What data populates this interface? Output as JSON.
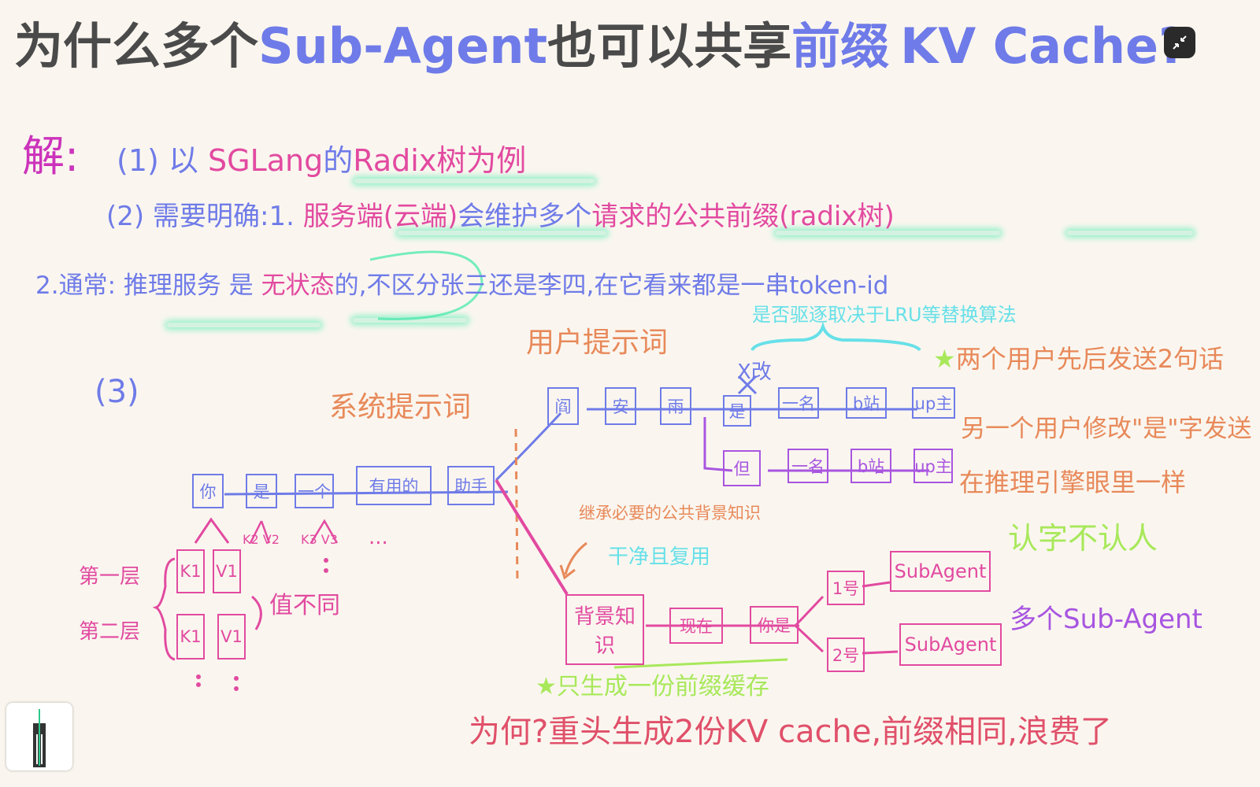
{
  "colors": {
    "dark": "#4a4a4a",
    "blue": "#6f7be8",
    "pink": "#e24aa0",
    "magenta": "#cc33bb",
    "orange": "#e8895a",
    "red": "#e0506a",
    "purple": "#a855e0",
    "cyan": "#67e0e8",
    "lime": "#a8e85a",
    "green_glow": "#3de8a8"
  },
  "title": {
    "part1": "为什么多个",
    "part2": "Sub-Agent",
    "part3": "也可以共享",
    "part4": "前缀",
    "part5": "KV Cache?"
  },
  "answer": {
    "label": "解:",
    "line1": {
      "num": "(1)",
      "t1": "以",
      "t2": "SGLang",
      "t3": "的",
      "t4": "Radix树为例"
    },
    "line2": {
      "num": "(2)",
      "t1": "需要明确:1.",
      "t2": "服务端(云端)",
      "t3": "会维护多个",
      "t4": "请求的",
      "t5": "公共前缀",
      "t6": "(radix树)"
    },
    "line3": {
      "t1": "2.通常:",
      "t2": "推理服务",
      "t3": "是",
      "t4": "无状态",
      "t5": "的,不区分张三还是李四,在它看来都是一串token-id"
    },
    "evict_note": "是否驱逐取决于LRU等替换算法",
    "num3": "(3)"
  },
  "labels": {
    "system_prompt": "系统提示词",
    "user_prompt": "用户提示词",
    "change_mark": "X改",
    "inherit_note": "继承必要的公共背景知识",
    "clean_reuse": "干净且复用",
    "layer1": "第一层",
    "layer2": "第二层",
    "values_diff": "值不同",
    "k2v2": "K2 V2",
    "k3v3": "K3 V3",
    "ellipsis": "...",
    "two_users": "两个用户先后发送2句话",
    "another_user": "另一个用户修改\"是\"字发送",
    "in_engine": "在推理引擎眼里一样",
    "recognize": "认字不认人",
    "multi_sub": "多个Sub-Agent",
    "only_one": "只生成一份前缀缓存",
    "why_waste": "为何?重头生成2份KV cache,前缀相同,浪费了"
  },
  "tree": {
    "system_nodes": [
      "你",
      "是",
      "一个",
      "有用的",
      "助手"
    ],
    "user_branch1": [
      "阎",
      "安",
      "雨",
      "是",
      "一名",
      "b站",
      "up主"
    ],
    "user_branch2": [
      "但",
      "一名",
      "b站",
      "up主"
    ],
    "kv_layer1": [
      "K1",
      "V1"
    ],
    "kv_layer2": [
      "K1",
      "V1"
    ],
    "agent_branch": [
      "背景知识",
      "现在",
      "你是"
    ],
    "agents": [
      {
        "num": "1号",
        "name": "SubAgent"
      },
      {
        "num": "2号",
        "name": "SubAgent"
      }
    ]
  },
  "ui": {
    "exit_fullscreen_icon": "shrink-arrows-icon",
    "thumbnail_icon": "page-thumbnail-icon"
  }
}
